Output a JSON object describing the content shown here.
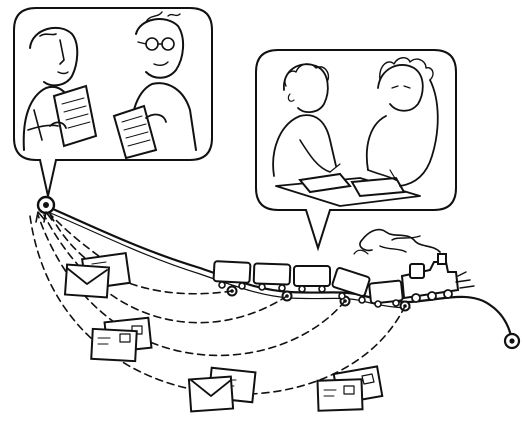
{
  "illustration": {
    "colors": {
      "ink": "#111111",
      "paper": "#ffffff"
    },
    "scenes": [
      {
        "name": "two-men-reading-letters",
        "icon": "people-reading-icon"
      },
      {
        "name": "two-women-writing-letters",
        "icon": "people-writing-icon"
      }
    ],
    "train": {
      "wagons": 5,
      "icon": "locomotive-icon"
    },
    "letters": [
      {
        "name": "envelope-stack-1",
        "icon": "envelope-icon"
      },
      {
        "name": "envelope-stack-2",
        "icon": "envelope-icon"
      },
      {
        "name": "envelope-stack-3",
        "icon": "envelope-icon"
      },
      {
        "name": "envelope-stack-4",
        "icon": "envelope-icon"
      }
    ]
  }
}
